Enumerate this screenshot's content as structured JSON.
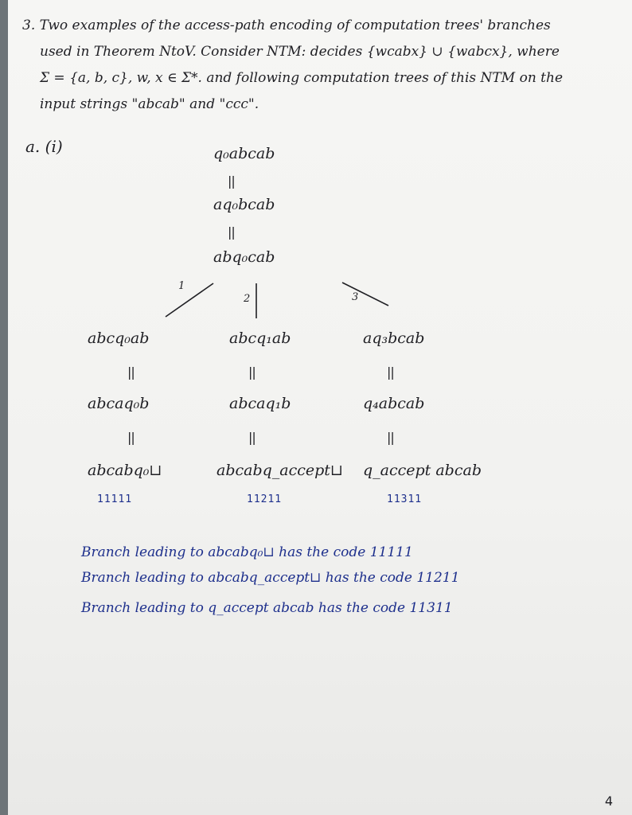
{
  "problem": {
    "line1": "3. Two examples of the access-path encoding of computation trees' branches",
    "line2": "used in Theorem NtoV. Consider NTM: decides {wcabx} ∪ {wabcx}, where",
    "line3": "Σ = {a, b, c}, w, x ∈ Σ*. and following computation trees of this NTM on the",
    "line4": "input strings \"abcab\" and \"ccc\"."
  },
  "part_label": "a. (i)",
  "tree": {
    "root": "q₀abcab",
    "level1": "aq₀bcab",
    "level2": "abq₀cab",
    "branch_labels": [
      "1",
      "2",
      "3"
    ],
    "branches": [
      {
        "nodes": [
          "abcq₀ab",
          "abcaq₀b",
          "abcabq₀⊔"
        ],
        "code": "11111"
      },
      {
        "nodes": [
          "abcq₁ab",
          "abcaq₁b",
          "abcabq_accept⊔"
        ],
        "code": "11211"
      },
      {
        "nodes": [
          "aq₃bcab",
          "q₄abcab",
          "q_accept abcab"
        ],
        "code": "11311"
      }
    ],
    "link": "||"
  },
  "answers": [
    "Branch leading to abcabq₀⊔ has the code 11111",
    "Branch leading to abcabq_accept⊔ has the code 11211",
    "Branch leading to q_accept abcab has the code 11311"
  ],
  "page_number": "4"
}
